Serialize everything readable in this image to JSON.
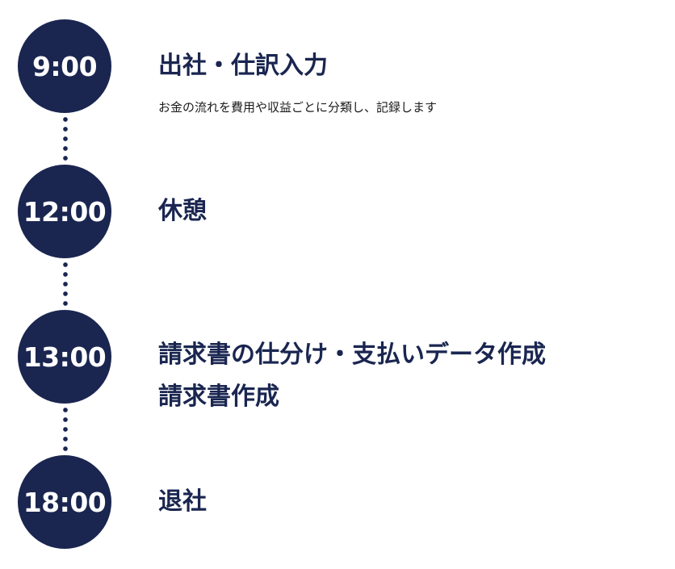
{
  "colors": {
    "accent": "#1a2650",
    "circle_text": "#ffffff",
    "description_text": "#1b1b1b"
  },
  "schedule": [
    {
      "time": "9:00",
      "title_lines": [
        "出社・仕訳入力"
      ],
      "description": "お金の流れを費用や収益ごとに分類し、記録します"
    },
    {
      "time": "12:00",
      "title_lines": [
        "休憩"
      ]
    },
    {
      "time": "13:00",
      "title_lines": [
        "請求書の仕分け・支払いデータ作成",
        "請求書作成"
      ]
    },
    {
      "time": "18:00",
      "title_lines": [
        "退社"
      ]
    }
  ]
}
